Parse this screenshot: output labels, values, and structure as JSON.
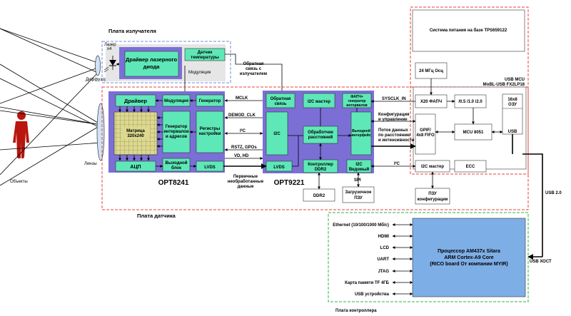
{
  "sections": {
    "emitter_board": "Плата излучателя",
    "sensor_board": "Плата датчика",
    "controller_board": "Плата контроллера",
    "usb_mcu_line1": "USB MCU",
    "usb_mcu_line2": "MoBL-USB FX2LP18"
  },
  "labels": {
    "objects": "Объекты",
    "lenses": "Линзы",
    "diffuser": "Диффузор",
    "laser_line1": "Лазер",
    "laser_line2": "x4",
    "power_system": "Система питания на базе TPS659122",
    "osc": "24 МГц Осц",
    "pll": "X20 ФАПЧ",
    "div": "/0.5 /1.0 /2.0",
    "ram_line1": "16x8",
    "ram_line2": "ОЗУ",
    "gpif_line1": "GPIF/",
    "gpif_line2": "4x8 FIFO",
    "mcu": "MCU 8051",
    "usb": "USB",
    "i2c_master_usb": "I2C мастер",
    "ecc": "ECC",
    "pzu_config_line1": "ПЗУ",
    "pzu_config_line2": "конфигурации",
    "ddr2": "DDR2",
    "boot_rom_line1": "Загрузочное",
    "boot_rom_line2": "ПЗУ",
    "usb2": "USB 2.0",
    "usb_host": "USB ХОСТ"
  },
  "opt8241": {
    "title": "OPT8241",
    "driver": "Драйвер",
    "modulation": "Модуляция",
    "generator": "Генератор",
    "timing_gen_line1": "Генератор",
    "timing_gen_line2": "интервалов",
    "timing_gen_line3": "и адресов",
    "registers_line1": "Регистры",
    "registers_line2": "настройки",
    "matrix_line1": "Матрица",
    "matrix_line2": "320x240",
    "adc": "АЦП",
    "output_block_line1": "Выходной",
    "output_block_line2": "блок",
    "lvds": "LVDS"
  },
  "opt9221": {
    "title": "OPT9221",
    "feedback_line1": "Обратная",
    "feedback_line2": "связь",
    "i2c_master": "I2C мастер",
    "pll_line1": "ФАПЧ+",
    "pll_line2": "генератор",
    "pll_line3": "интервалов",
    "i2c": "I2C",
    "range_proc_line1": "Обработчик",
    "range_proc_line2": "расстояний",
    "out_iface_line1": "Выходной",
    "out_iface_line2": "интерфейс",
    "lvds": "LVDS",
    "ddr2_ctrl_line1": "Контроллер",
    "ddr2_ctrl_line2": "DDR2",
    "i2c_slave_line1": "I2C",
    "i2c_slave_line2": "Ведомый"
  },
  "emitter": {
    "laser_driver_line1": "Драйвер лазерного",
    "laser_driver_line2": "диода",
    "temp_sensor_line1": "Датчик",
    "temp_sensor_line2": "температуры",
    "modulation": "Модуляция"
  },
  "signals": {
    "feedback_line1": "Обратная",
    "feedback_line2": "связь с",
    "feedback_line3": "излучателем",
    "mclk": "MCLK",
    "demod_clk": "DEMOD_CLK",
    "i2c": "I²C",
    "rstz": "RSTZ, GPOs",
    "vd_hd": "VD, HD",
    "raw_line1": "Первичные",
    "raw_line2": "необработанные",
    "raw_line3": "данные",
    "sysclk": "SYSCLK_IN",
    "config_line1": "Конфигурация",
    "config_line2": "и управление",
    "stream_line1": "Поток данных",
    "stream_line2": "по расстоянию",
    "stream_line3": "и интенсивности",
    "spi": "SPI",
    "i2c_usb": "I²C"
  },
  "controller": {
    "processor_line1": "Процессор AM437x Sitara",
    "processor_line2": "ARM Cortex-A9 Core",
    "processor_line3": "(RICO board От компании MYIR)",
    "ports": [
      "Ethernet (10/100/1000 Мб/с)",
      "HDMI",
      "LCD",
      "UART",
      "JTAG",
      "Карта памяти TF 4ГБ",
      "USB устройства"
    ]
  },
  "colors": {
    "chip_purple": "#7b6fd6",
    "block_green": "#5ee8b8",
    "processor_blue": "#7eaee6",
    "red_dash": "#e8403a",
    "blue_dash": "#6b8fe0",
    "green_dash": "#2db34a",
    "person": "#b8160e"
  }
}
